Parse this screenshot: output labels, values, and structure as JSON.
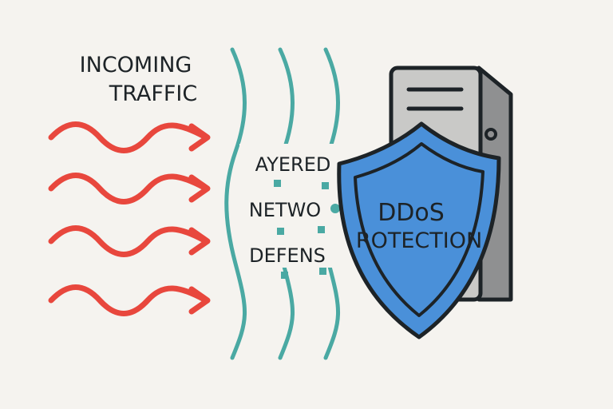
{
  "labels": {
    "incoming_line1": "INCOMING",
    "incoming_line2": "TRAFFIC",
    "layer_line1": "AYERED",
    "layer_line2": "NETWO",
    "layer_line3": "DEFENS",
    "shield_line1": "DDoS",
    "shield_line2": "ROTECTION"
  },
  "colors": {
    "background": "#f5f3ef",
    "traffic_arrow": "#e8473d",
    "defense_wave": "#4aa9a3",
    "shield": "#4a90d9",
    "server": "#c9c9c7",
    "outline": "#1d2327"
  },
  "traffic_arrow_count": 4,
  "defense_wave_count": 3
}
